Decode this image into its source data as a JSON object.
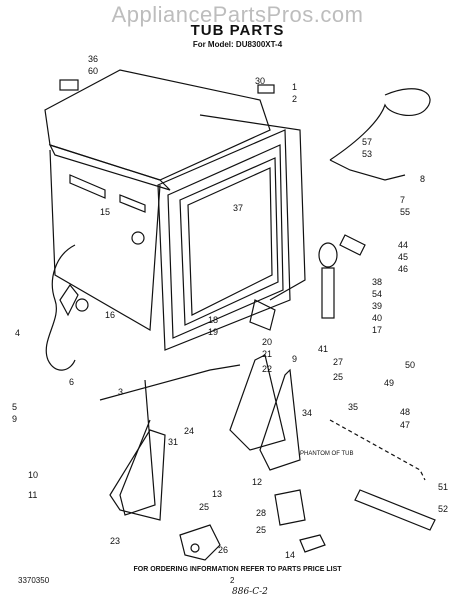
{
  "watermark": "AppliancePartsPros.com",
  "title": "TUB PARTS",
  "subtitle": "For Model: DU8300XT-4",
  "footer": "FOR ORDERING INFORMATION REFER TO PARTS PRICE LIST",
  "doc_number": "3370350",
  "page_number": "2",
  "handwritten_note": "886-C-2",
  "phantom_label": "PHANTOM OF TUB",
  "callouts": [
    "36",
    "60",
    "30",
    "1",
    "2",
    "57",
    "53",
    "8",
    "7",
    "55",
    "15",
    "37",
    "44",
    "45",
    "46",
    "38",
    "54",
    "39",
    "40",
    "17",
    "4",
    "16",
    "18",
    "19",
    "20",
    "21",
    "22",
    "41",
    "27",
    "25",
    "50",
    "49",
    "6",
    "9",
    "3",
    "5",
    "9",
    "48",
    "47",
    "35",
    "34",
    "31",
    "24",
    "10",
    "11",
    "13",
    "12",
    "28",
    "25",
    "25",
    "26",
    "23",
    "14",
    "51",
    "52"
  ]
}
